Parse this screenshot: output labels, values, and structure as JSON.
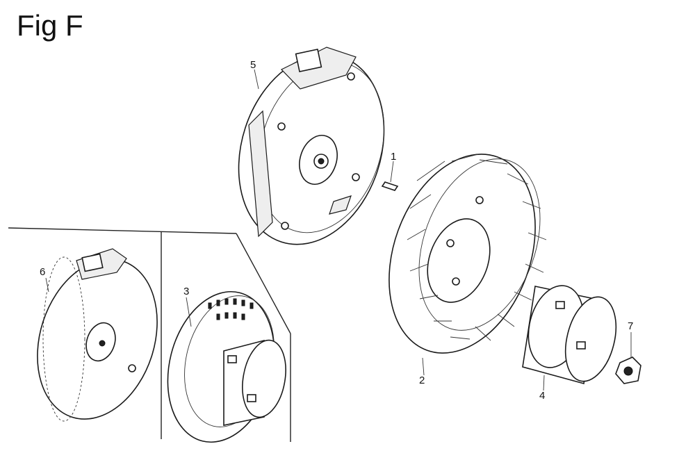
{
  "figure": {
    "title": "Fig F",
    "callouts": [
      "1",
      "2",
      "3",
      "4",
      "5",
      "6",
      "7"
    ]
  },
  "colors": {
    "line": "#1a1a1a",
    "background": "#ffffff"
  }
}
